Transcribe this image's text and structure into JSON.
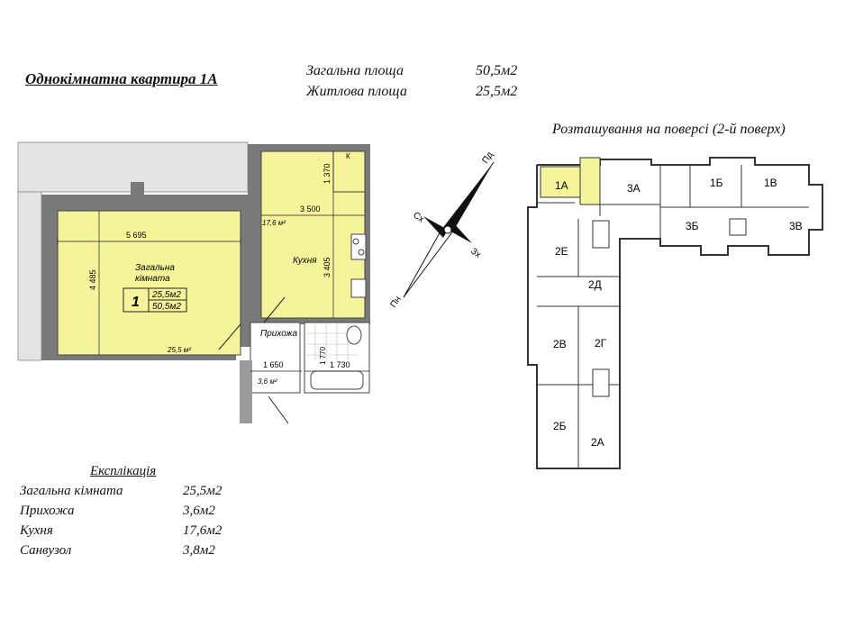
{
  "header": {
    "title": "Однокімнатна квартира  1А",
    "total_area_label": "Загальна площа",
    "total_area_value": "50,5м2",
    "living_area_label": "Житлова площа",
    "living_area_value": "25,5м2"
  },
  "floor_plan_caption": "Розташування на поверсі (2-й поверх)",
  "apartment_plan": {
    "room_main_name": "Загальна кімната",
    "room_main_line1": "Загальна",
    "room_main_line2": "кімната",
    "apartment_number": "1",
    "living_area": "25,5м2",
    "total_area": "50,5м2",
    "room_area_mark": "25,5 м²",
    "kitchen_name": "Кухня",
    "kitchen_area_mark": "17,6 м²",
    "hall_name": "Прихожа",
    "hall_area_mark": "3,6 м²",
    "storage_mark": "К",
    "dimensions": {
      "room_width": "5 695",
      "room_depth": "4 485",
      "kitchen_width": "3 500",
      "kitchen_depth": "3 405",
      "kitchen_top": "1 370",
      "hall_width": "1 650",
      "bath_width": "1 730",
      "bath_depth": "1 770"
    }
  },
  "compass": {
    "north": "Пн",
    "south": "Пд",
    "east": "Сх",
    "west": "Зх"
  },
  "floor_units": [
    "1А",
    "3А",
    "1Б",
    "1В",
    "3Б",
    "3В",
    "2Е",
    "2Д",
    "2В",
    "2Г",
    "2Б",
    "2А"
  ],
  "explication": {
    "title": "Експлікація",
    "rows": [
      {
        "name": "Загальна кімната",
        "value": "25,5м2"
      },
      {
        "name": "Прихожа",
        "value": "3,6м2"
      },
      {
        "name": "Кухня",
        "value": "17,6м2"
      },
      {
        "name": "Санвузол",
        "value": "3,8м2"
      }
    ]
  },
  "colors": {
    "highlight": "#f6f49a",
    "wall": "#7a7a7a",
    "balcony": "#e4e4e4"
  }
}
